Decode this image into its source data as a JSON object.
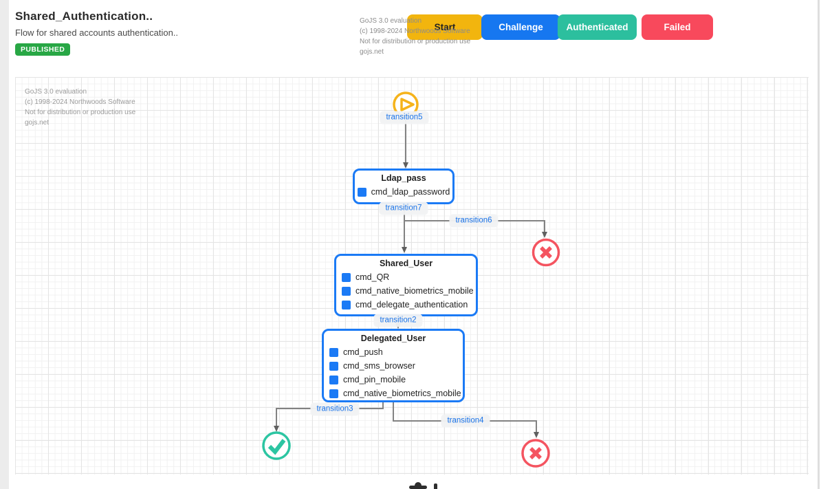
{
  "header": {
    "title": "Shared_Authentication..",
    "subtitle": "Flow for shared accounts authentication..",
    "status_badge": "PUBLISHED",
    "watermark": [
      "GoJS 3.0 evaluation",
      "(c) 1998-2024 Northwoods Software",
      "Not for distribution or production use",
      "gojs.net"
    ],
    "buttons": [
      {
        "label": "Start",
        "color": "#f2b50e",
        "text_color": "#222222"
      },
      {
        "label": "Challenge",
        "color": "#1677f0",
        "text_color": "#ffffff"
      },
      {
        "label": "Authenticated",
        "color": "#2cbf9e",
        "text_color": "#ffffff"
      },
      {
        "label": "Failed",
        "color": "#f8495c",
        "text_color": "#ffffff"
      }
    ]
  },
  "canvas": {
    "watermark": [
      "GoJS 3.0 evaluation",
      "(c) 1998-2024 Northwoods Software",
      "Not for distribution or production use",
      "gojs.net"
    ],
    "nodes": [
      {
        "name": "Ldap_pass",
        "commands": [
          "cmd_ldap_password"
        ]
      },
      {
        "name": "Shared_User",
        "commands": [
          "cmd_QR",
          "cmd_native_biometrics_mobile",
          "cmd_delegate_authentication"
        ]
      },
      {
        "name": "Delegated_User",
        "commands": [
          "cmd_push",
          "cmd_sms_browser",
          "cmd_pin_mobile",
          "cmd_native_biometrics_mobile"
        ]
      }
    ],
    "transitions": [
      {
        "id": "t5",
        "label": "transition5"
      },
      {
        "id": "t7",
        "label": "transition7"
      },
      {
        "id": "t6",
        "label": "transition6"
      },
      {
        "id": "t2",
        "label": "transition2"
      },
      {
        "id": "t3",
        "label": "transition3"
      },
      {
        "id": "t4",
        "label": "transition4"
      }
    ],
    "terminal_icons": {
      "start": "play-icon",
      "success": "check-icon",
      "failure": "x-icon"
    },
    "colors": {
      "node_border": "#1b7af5",
      "command_icon": "#1b7af5",
      "transition_text": "#1a73e8",
      "edge": "#828282",
      "play": "#f5b31b",
      "check": "#2cc5a2",
      "fail_x": "#f45460",
      "published": "#28a745"
    }
  }
}
